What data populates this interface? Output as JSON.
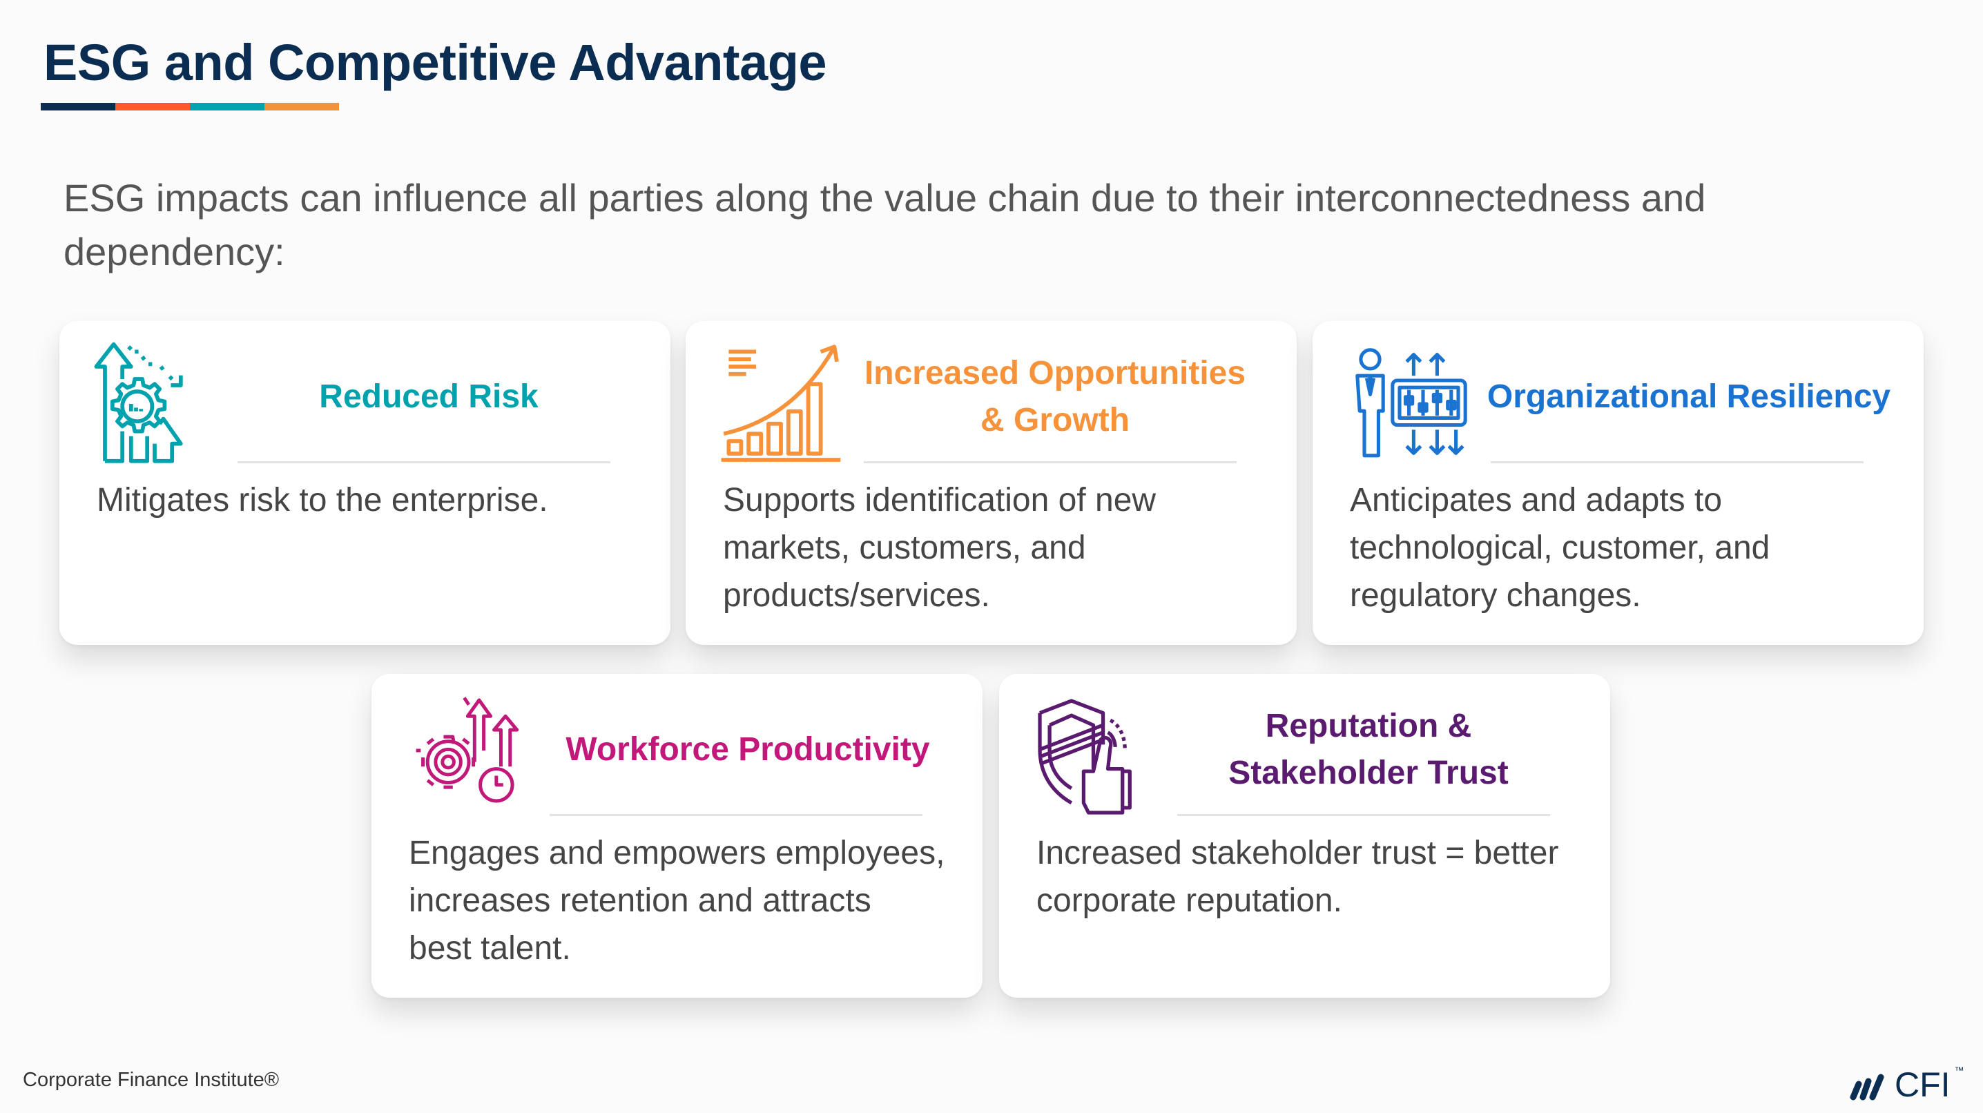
{
  "title": "ESG and Competitive Advantage",
  "accent_colors": [
    "#0b2d52",
    "#ff5a2a",
    "#00a3b0",
    "#f2923a"
  ],
  "subtitle": "ESG impacts can influence all parties along the value chain due to their interconnectedness and dependency:",
  "cards": [
    {
      "icon": "gear-growth-arrows-icon",
      "color": "#00a3ad",
      "heading_lines": [
        "Reduced Risk"
      ],
      "body_lines": [
        "Mitigates risk to the enterprise."
      ]
    },
    {
      "icon": "rising-bar-chart-icon",
      "color": "#f5923a",
      "heading_lines": [
        "Increased Opportunities",
        "& Growth"
      ],
      "body_lines": [
        "Supports identification of new",
        "markets, customers, and",
        "products/services."
      ]
    },
    {
      "icon": "person-adjusting-controls-icon",
      "color": "#1a73d1",
      "heading_lines": [
        "Organizational Resiliency"
      ],
      "body_lines": [
        "Anticipates and adapts to",
        "technological, customer, and",
        "regulatory changes."
      ]
    },
    {
      "icon": "gears-target-clock-icon",
      "color": "#c2187a",
      "heading_lines": [
        "Workforce Productivity"
      ],
      "body_lines": [
        "Engages and empowers employees,",
        "increases retention and attracts",
        "best talent."
      ]
    },
    {
      "icon": "shield-thumbs-up-icon",
      "color": "#5a1a70",
      "heading_lines": [
        "Reputation &",
        "Stakeholder Trust"
      ],
      "body_lines": [
        "Increased stakeholder trust = better",
        "corporate reputation."
      ]
    }
  ],
  "footer": {
    "text": "Corporate Finance Institute®",
    "logo_text": "CFI",
    "logo_tm": "™"
  }
}
